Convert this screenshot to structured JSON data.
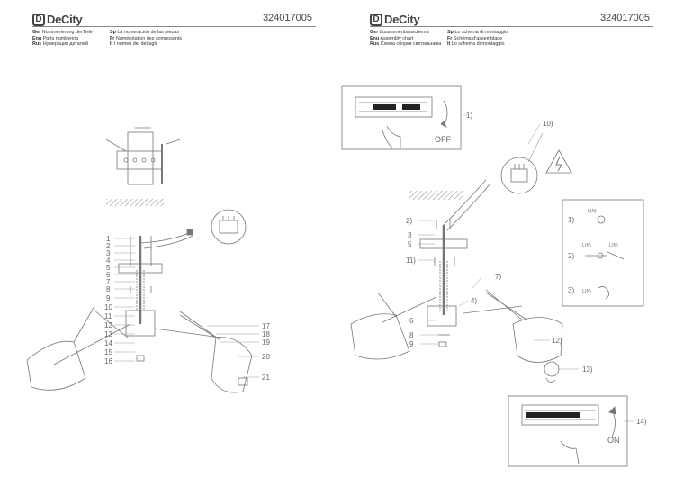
{
  "brand": {
    "logo_mark": "D",
    "logo_text": "DeCity"
  },
  "left_page": {
    "product_code": "324017005",
    "legend": [
      {
        "code": "Ger",
        "text": "Nummerierung derTeile"
      },
      {
        "code": "Eng",
        "text": "Parts numbering"
      },
      {
        "code": "Rus",
        "text": "Нумерация деталей"
      }
    ],
    "legend_right": [
      {
        "code": "Sp",
        "text": "La numeración de las piezas"
      },
      {
        "code": "Fr",
        "text": "Numérotation des composants"
      },
      {
        "code": "It",
        "text": "I numeri dei dettagli"
      }
    ],
    "part_numbers_left": [
      "1",
      "2",
      "3",
      "4",
      "5",
      "6",
      "7",
      "8",
      "9",
      "10",
      "11",
      "12",
      "13",
      "14",
      "15",
      "16"
    ],
    "part_numbers_right": [
      "17",
      "18",
      "19",
      "20",
      "21"
    ]
  },
  "right_page": {
    "product_code": "324017005",
    "legend": [
      {
        "code": "Ger",
        "text": "Zusammenbauschema"
      },
      {
        "code": "Eng",
        "text": "Assembly chart"
      },
      {
        "code": "Rus",
        "text": "Схема сборки светильника"
      }
    ],
    "legend_right": [
      {
        "code": "Sp",
        "text": "Lo schema di montaggio"
      },
      {
        "code": "Fr",
        "text": "Schéma d'assemblage"
      },
      {
        "code": "It",
        "text": "Lo schema di montaggio"
      }
    ],
    "steps": {
      "s1": "1)",
      "s2": "2)",
      "s3": "3",
      "s4": "4)",
      "s5": "5",
      "s6": "6",
      "s7": "7)",
      "s8": "8",
      "s9": "9",
      "s10": "10)",
      "s11": "11)",
      "s12": "12)",
      "s13": "13)",
      "s14": "14)"
    },
    "off_label": "OFF",
    "on_label": "ON",
    "wiring": {
      "w1_num": "1)",
      "w1_label": "L(N)",
      "w2_num": "2)",
      "w2_label_a": "L(N)",
      "w2_label_b": "L(N)",
      "w3_num": "3)",
      "w3_label": "L(N)"
    }
  }
}
